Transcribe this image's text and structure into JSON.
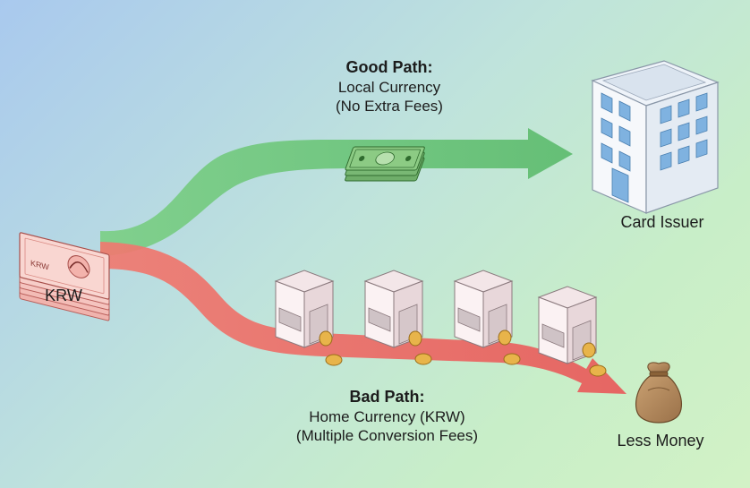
{
  "good_path": {
    "title": "Good Path:",
    "line1": "Local Currency",
    "line2": "(No Extra Fees)",
    "color": "#6cc37a"
  },
  "bad_path": {
    "title": "Bad Path:",
    "line1": "Home Currency (KRW)",
    "line2": "(Multiple Conversion Fees)",
    "color": "#ef6b66"
  },
  "source": {
    "label": "KRW",
    "banknote_text": "KRW"
  },
  "destinations": {
    "card_issuer": "Card Issuer",
    "less_money": "Less Money"
  },
  "icons": [
    "banknote-stack-icon",
    "dollar-bill-icon",
    "office-building-icon",
    "exchange-booth-icon",
    "coin-icon",
    "money-bag-icon"
  ]
}
